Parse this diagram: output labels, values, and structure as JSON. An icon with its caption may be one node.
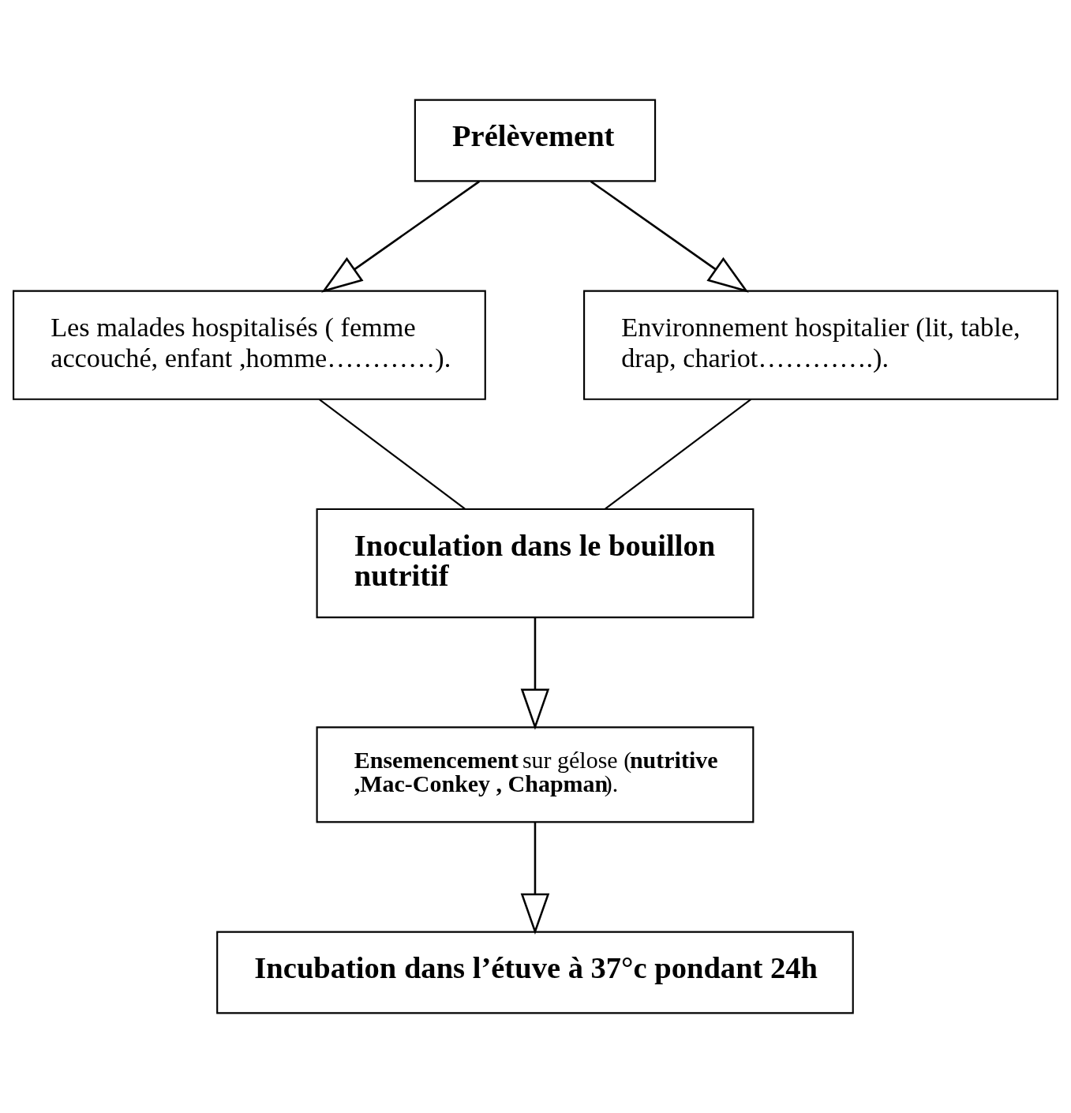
{
  "diagram": {
    "nodes": [
      {
        "text": [
          "Prélèvement"
        ]
      },
      {
        "text": [
          "Les malades hospitalisés ( femme accouché, enfant ,homme…………)."
        ]
      },
      {
        "text": [
          "Environnement hospitalier (lit, table, drap, chariot………….)."
        ]
      },
      {
        "text": [
          "Inoculation dans le bouillon nutritif"
        ]
      },
      {
        "text": [
          "**Ensemencement** sur gélose (**nutritive ,Mac-Conkey , Chapman**)."
        ]
      },
      {
        "text": [
          "Incubation dans l’étuve à 37°c pondant 24h"
        ]
      }
    ],
    "edges": [
      {
        "from": 0,
        "to": 1,
        "arrow": "to"
      },
      {
        "from": 0,
        "to": 2,
        "arrow": "to"
      },
      {
        "from": 1,
        "to": 3,
        "arrow": "none"
      },
      {
        "from": 2,
        "to": 3,
        "arrow": "none"
      },
      {
        "from": 3,
        "to": 4,
        "arrow": "to"
      },
      {
        "from": 4,
        "to": 5,
        "arrow": "to"
      }
    ]
  }
}
